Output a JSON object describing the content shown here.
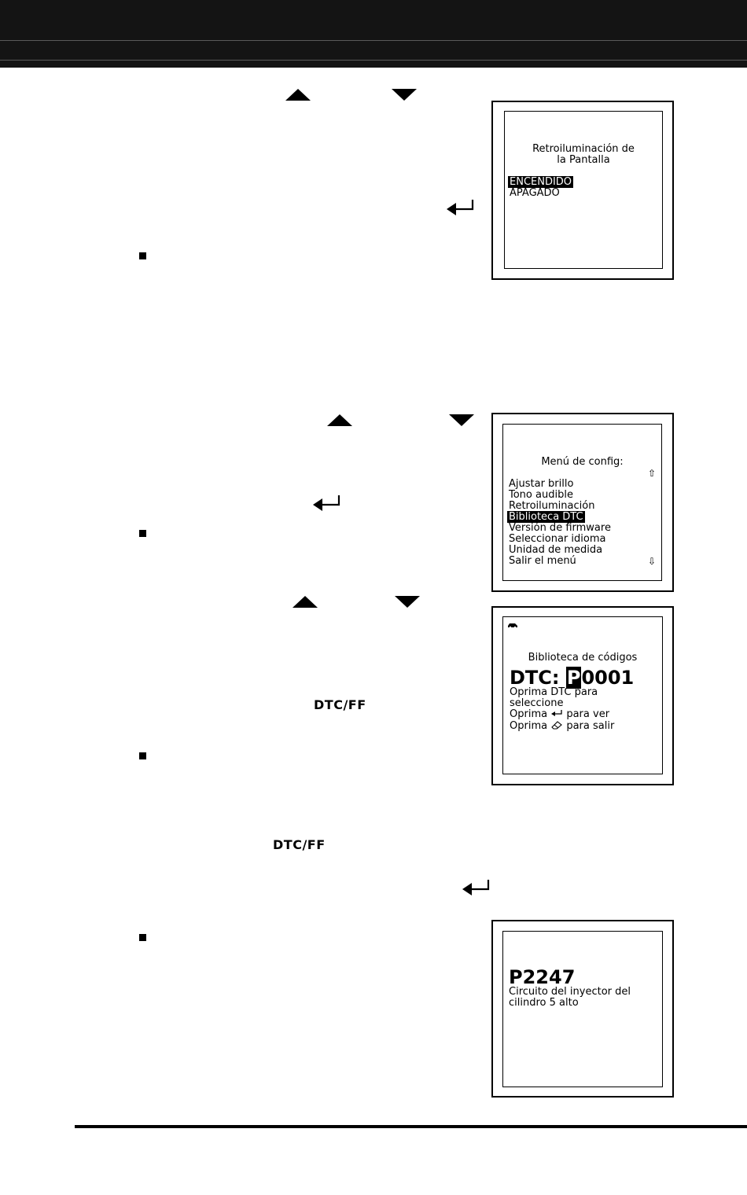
{
  "screen1": {
    "title_line1": "Retroiluminación de",
    "title_line2": "la Pantalla",
    "options": [
      "ENCENDIDO",
      "APAGADO"
    ],
    "selected_index": 0
  },
  "screen2": {
    "title": "Menú de config:",
    "items": [
      "Ajustar brillo",
      "Tono audible",
      "Retroiluminación",
      "Biblioteca DTC",
      "Versión de firmware",
      "Seleccionar idioma",
      "Unidad de medida",
      "Salir el menú"
    ],
    "selected_index": 3,
    "scroll_up": "⇧",
    "scroll_down": "⇩"
  },
  "screen3": {
    "title": "Biblioteca de códigos",
    "dtc_prefix": "DTC: ",
    "dtc_cursor": "P",
    "dtc_rest": "0001",
    "line1": "Oprima DTC para",
    "line2": "seleccione",
    "line3_a": "Oprima ",
    "line3_b": " para ver",
    "line4_a": "Oprima ",
    "line4_b": " para salir",
    "vehicle_icon": "car-icon",
    "enter_icon": "enter-icon",
    "erase_icon": "eraser-icon"
  },
  "screen4": {
    "code": "P2247",
    "desc_line1": "Circuito del inyector del",
    "desc_line2": "cilindro 5 alto"
  },
  "dtc_ff_label": "DTC/FF"
}
